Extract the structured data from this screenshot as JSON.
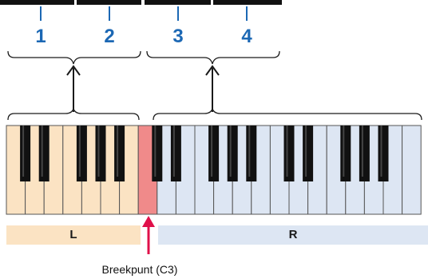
{
  "slots": [
    {
      "label": "1"
    },
    {
      "label": "2"
    },
    {
      "label": "3"
    },
    {
      "label": "4"
    }
  ],
  "zones": {
    "left": {
      "label": "L"
    },
    "right": {
      "label": "R"
    }
  },
  "split_point": {
    "label": "Breekpunt (C3)"
  },
  "colors": {
    "slot_number": "#1c68b4",
    "left_zone": "#fbe3c3",
    "right_zone": "#dde6f3",
    "split_key": "#f08a8a",
    "split_arrow": "#e0104a",
    "black_key": "#111111",
    "line": "#1a1a1a"
  }
}
